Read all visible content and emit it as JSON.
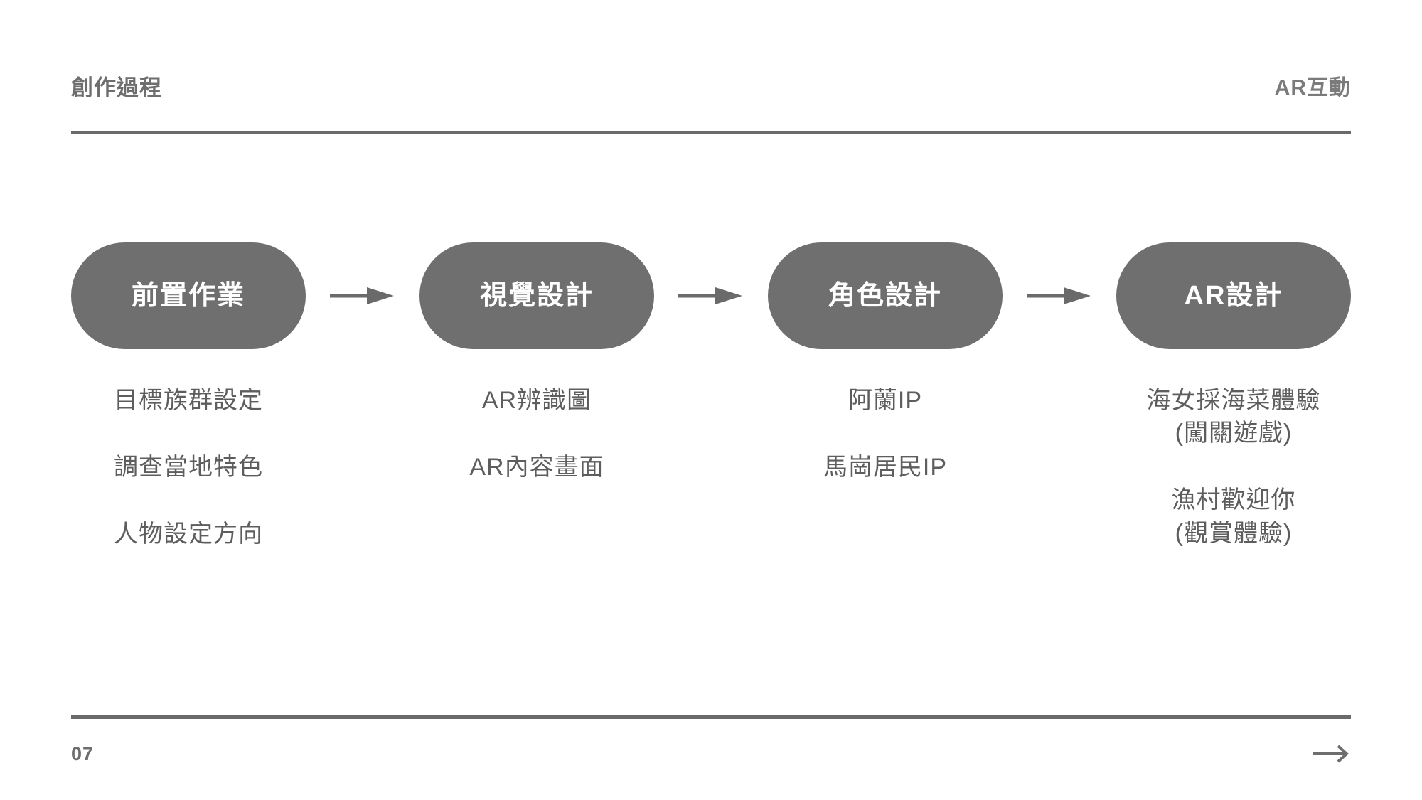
{
  "slide": {
    "header": {
      "title": "創作過程",
      "eyebrow": "AR互動"
    },
    "footer": {
      "page_number": "07",
      "next_icon": "arrow-right-icon"
    },
    "colors": {
      "node_fill": "#706F6F",
      "node_text": "#FFFFFF",
      "rule": "#6A6A6A",
      "body_text": "#5E5D5D",
      "header_text": "#6E6E6E",
      "background": "#FFFFFF"
    },
    "flow": {
      "arrow_icon": "arrow-right-icon",
      "nodes": [
        {
          "label": "前置作業"
        },
        {
          "label": "視覺設計"
        },
        {
          "label": "角色設計"
        },
        {
          "label": "AR設計"
        }
      ]
    },
    "columns": [
      {
        "entries": [
          {
            "lines": [
              "目標族群設定"
            ]
          },
          {
            "lines": [
              "調查當地特色"
            ]
          },
          {
            "lines": [
              "人物設定方向"
            ]
          }
        ]
      },
      {
        "entries": [
          {
            "lines": [
              "AR辨識圖"
            ]
          },
          {
            "lines": [
              "AR內容畫面"
            ]
          }
        ]
      },
      {
        "entries": [
          {
            "lines": [
              "阿蘭IP"
            ]
          },
          {
            "lines": [
              "馬崗居民IP"
            ]
          }
        ]
      },
      {
        "entries": [
          {
            "lines": [
              "海女採海菜體驗",
              "(闖關遊戲)"
            ]
          },
          {
            "lines": [
              "漁村歡迎你",
              "(觀賞體驗)"
            ]
          }
        ]
      }
    ]
  }
}
